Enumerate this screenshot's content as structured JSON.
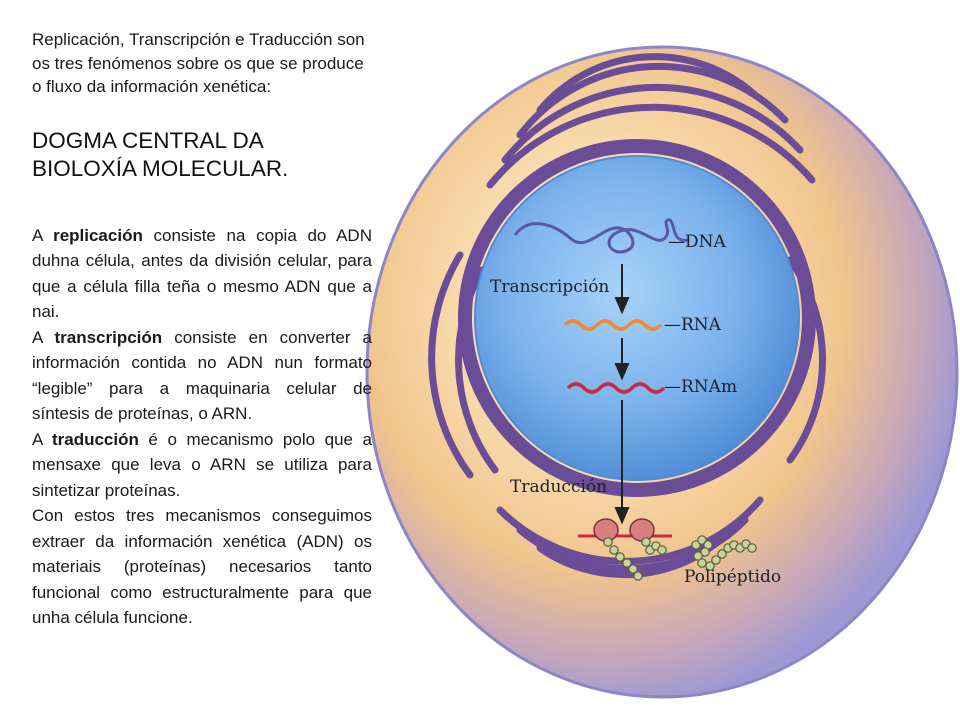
{
  "intro": "Replicación, Transcripción  e Traducción son os tres fenómenos  sobre os que se produce o fluxo da información xenética:",
  "heading": {
    "line1": "DOGMA CENTRAL DA",
    "line2": "BIOLOXÍA MOLECULAR",
    "period": "."
  },
  "paragraphs": [
    {
      "prefix": "A ",
      "term": "replicación",
      "rest": " consiste na copia do ADN duhna célula, antes da división celular, para que a célula filla teña o mesmo ADN que a nai."
    },
    {
      "prefix": "A ",
      "term": "transcripción",
      "rest": " consiste en converter a información contida no ADN nun formato “legible” para a maquinaria celular de síntesis de proteínas, o ARN."
    },
    {
      "prefix": "A ",
      "term": "traducción",
      "rest": " é o mecanismo polo que a mensaxe que leva o ARN se utiliza para sintetizar proteínas."
    },
    {
      "prefix": "",
      "term": "",
      "rest": "Con estos tres mecanismos conseguimos extraer da información xenética (ADN) os materiais (proteínas) necesarios tanto funcional como estructuralmente para que unha célula funcione."
    }
  ],
  "diagram": {
    "labels": {
      "dna": "—DNA",
      "transcription": "Transcripción",
      "rna": "—RNA",
      "rnam": "—RNAm",
      "translation": "Traducción",
      "polypeptide": "Polipéptido"
    },
    "colors": {
      "cytoplasm_edge": "#9d98d4",
      "cytoplasm_warm": "#f2c98e",
      "membrane": "#6a4d96",
      "nucleus": "#5a96dc",
      "dna_strand": "#5a57a6",
      "rna": "#ef8a2d",
      "rnam": "#cc2840",
      "ribosome": "#d87f80",
      "amino_acid": "#c8d49c",
      "arrow": "#222222"
    }
  }
}
